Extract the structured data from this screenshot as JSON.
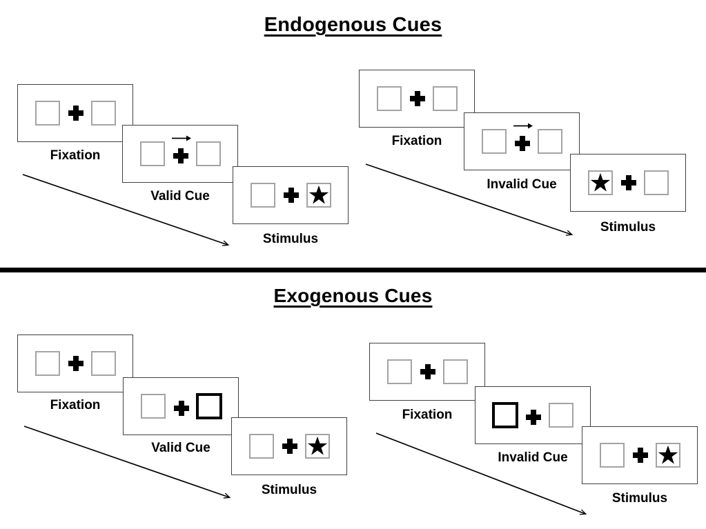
{
  "diagram": {
    "kind": "attention-cueing-task",
    "colors": {
      "background": "#ffffff",
      "panel_border": "#404040",
      "placeholder_box_border": "#a3a3a3",
      "ink": "#000000"
    },
    "icons": {
      "fixation_cross": "heavy-plus-icon",
      "cue_arrow": "right-arrow-icon",
      "target": "star-icon",
      "exogenous_cue": "highlighted-box"
    },
    "sections": [
      {
        "title": "Endogenous Cues",
        "groups": [
          {
            "name": "endogenous-valid",
            "panels": [
              {
                "label": "Fixation",
                "type": "fixation"
              },
              {
                "label": "Valid Cue",
                "type": "arrow-cue",
                "cue_direction": "right"
              },
              {
                "label": "Stimulus",
                "type": "stimulus",
                "star_side": "right"
              }
            ]
          },
          {
            "name": "endogenous-invalid",
            "panels": [
              {
                "label": "Fixation",
                "type": "fixation"
              },
              {
                "label": "Invalid Cue",
                "type": "arrow-cue",
                "cue_direction": "right"
              },
              {
                "label": "Stimulus",
                "type": "stimulus",
                "star_side": "left"
              }
            ]
          }
        ]
      },
      {
        "title": "Exogenous Cues",
        "groups": [
          {
            "name": "exogenous-valid",
            "panels": [
              {
                "label": "Fixation",
                "type": "fixation"
              },
              {
                "label": "Valid Cue",
                "type": "box-cue",
                "cue_side": "right"
              },
              {
                "label": "Stimulus",
                "type": "stimulus",
                "star_side": "right"
              }
            ]
          },
          {
            "name": "exogenous-invalid",
            "panels": [
              {
                "label": "Fixation",
                "type": "fixation"
              },
              {
                "label": "Invalid Cue",
                "type": "box-cue",
                "cue_side": "left"
              },
              {
                "label": "Stimulus",
                "type": "stimulus",
                "star_side": "right"
              }
            ]
          }
        ]
      }
    ]
  }
}
